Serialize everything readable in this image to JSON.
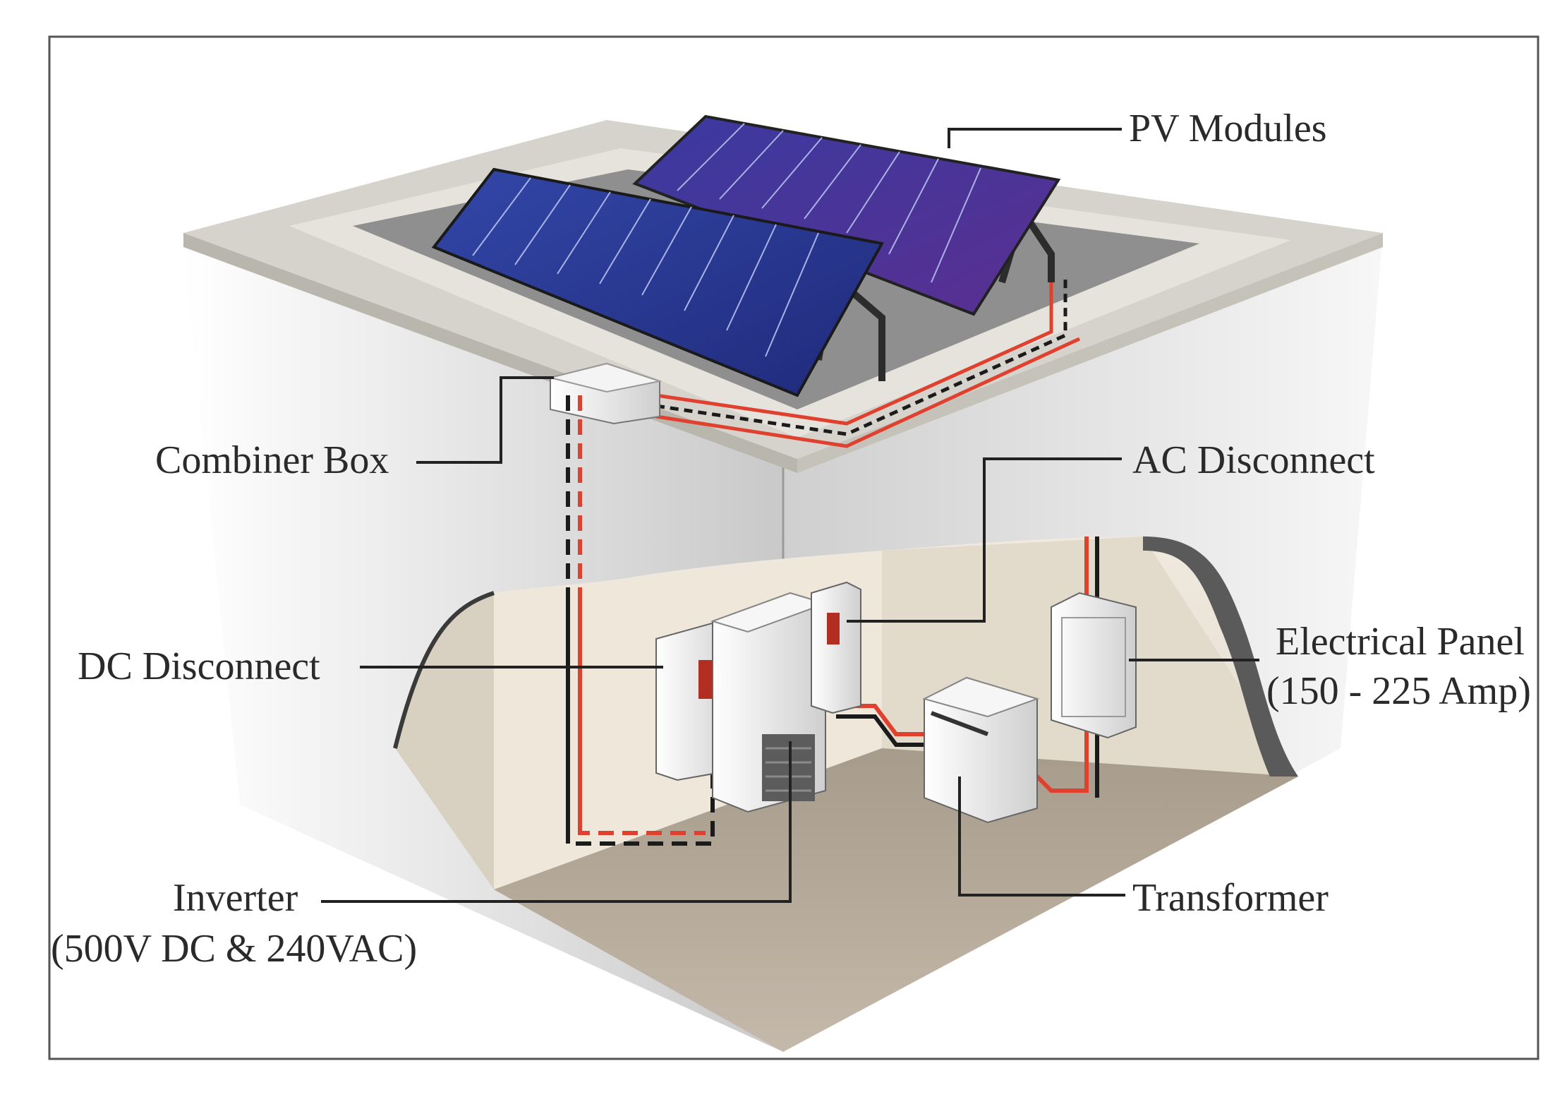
{
  "labels": {
    "pv_modules": "PV Modules",
    "combiner_box": "Combiner Box",
    "ac_disconnect": "AC Disconnect",
    "dc_disconnect": "DC Disconnect",
    "electrical_panel_line1": "Electrical Panel",
    "electrical_panel_line2": "(150 - 225 Amp)",
    "inverter_line1": "Inverter",
    "inverter_line2": "(500V DC & 240VAC)",
    "transformer": "Transformer"
  },
  "colors": {
    "panel_blue": "#2d3a9a",
    "panel_purple": "#4b2f8f",
    "wire_red": "#e0412f",
    "wire_black": "#1b1b1b",
    "floor": "#b3a798",
    "wall": "#e6e0d3",
    "roof": "#d9d6cf"
  }
}
